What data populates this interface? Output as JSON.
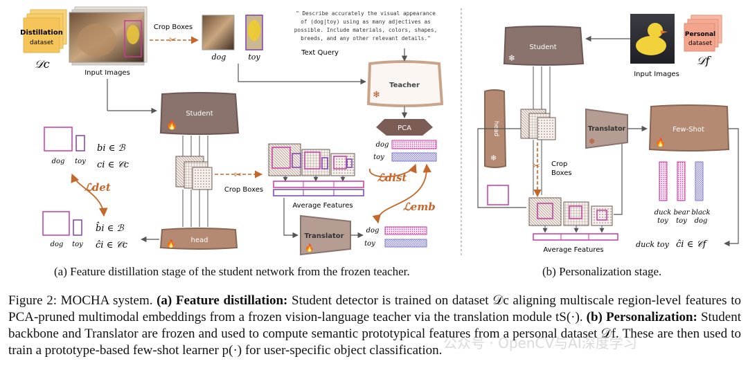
{
  "left_panel": {
    "distillation_dataset_line1": "Distillation",
    "distillation_dataset_line2": "dataset",
    "dataset_symbol": "𝒟c",
    "input_images_label": "Input Images",
    "crop_boxes_label": "Crop Boxes",
    "crop_dog_label": "dog",
    "crop_toy_label": "toy",
    "text_query_lines": [
      "\" Describe accurately the visual appearance",
      "of (dog|toy) using as many adjectives as",
      "possible. Include materials, colors, shapes,",
      "breeds, and any other relevant details.\""
    ],
    "text_query_label": "Text Query",
    "teacher_label": "Teacher",
    "student_label": "Student",
    "pca_label": "PCA",
    "head_label": "head",
    "translator_label": "Translator",
    "crop_boxes_label_2": "Crop Boxes",
    "average_features_label": "Average Features",
    "feat_dog_label": "dog",
    "feat_toy_label": "toy",
    "loss_det": "ℒdet",
    "loss_dist": "ℒdist",
    "loss_emb": "ℒemb",
    "gt_dog_label": "dog",
    "gt_toy_label": "toy",
    "gt_b": "bi ∈ ℬ",
    "gt_c": "ci ∈ 𝒞c",
    "pred_b": "b̂i ∈ ℬ",
    "pred_c": "ĉi ∈ 𝒞c",
    "out_dog_label": "dog",
    "out_toy_label": "toy",
    "caption": "(a) Feature distillation stage of the student network from the frozen teacher."
  },
  "right_panel": {
    "input_images_label": "Input Images",
    "personal_dataset_line1": "Personal",
    "personal_dataset_line2": "dataset",
    "dataset_symbol": "𝒟f",
    "student_label": "Student",
    "head_label": "head",
    "translator_label": "Translator",
    "fewshot_label": "Few-Shot",
    "crop_boxes_line1": "Crop",
    "crop_boxes_line2": "Boxes",
    "average_features_label": "Average Features",
    "classes": [
      {
        "line1": "duck",
        "line2": "toy"
      },
      {
        "line1": "bear",
        "line2": "toy"
      },
      {
        "line1": "black",
        "line2": "dog"
      }
    ],
    "output_label": "duck toy",
    "output_formula": "ĉi ∈ 𝒞f",
    "caption": "(b) Personalization stage."
  },
  "figure_caption": {
    "prefix": "Figure 2: MOCHA system. ",
    "part_a_title": "(a) Feature distillation:",
    "part_a_text": " Student detector is trained on dataset 𝒟c aligning multiscale region-level features to PCA-pruned multimodal embeddings from a frozen vision-language teacher via the translation module tS(·). ",
    "part_b_title": "(b) Personalization:",
    "part_b_text": " Student backbone and Translator are frozen and used to compute semantic prototypical features from a personal dataset 𝒟f. These are then used to train a prototype-based few-shot learner p(·) for user-specific object classification.",
    "watermark": "公众号 · OpenCV与AI深度学习"
  },
  "colors": {
    "module_brown": "#8a726d",
    "teacher_border": "#c8a48a",
    "arrow_orange": "#c5662a",
    "dataset_yellow": "#f5c55a",
    "dataset_salmon": "#f3a48d",
    "feat_magenta": "#c8399e",
    "feat_violet": "#7c3fb6",
    "feat_blue": "#8e8ed6"
  }
}
